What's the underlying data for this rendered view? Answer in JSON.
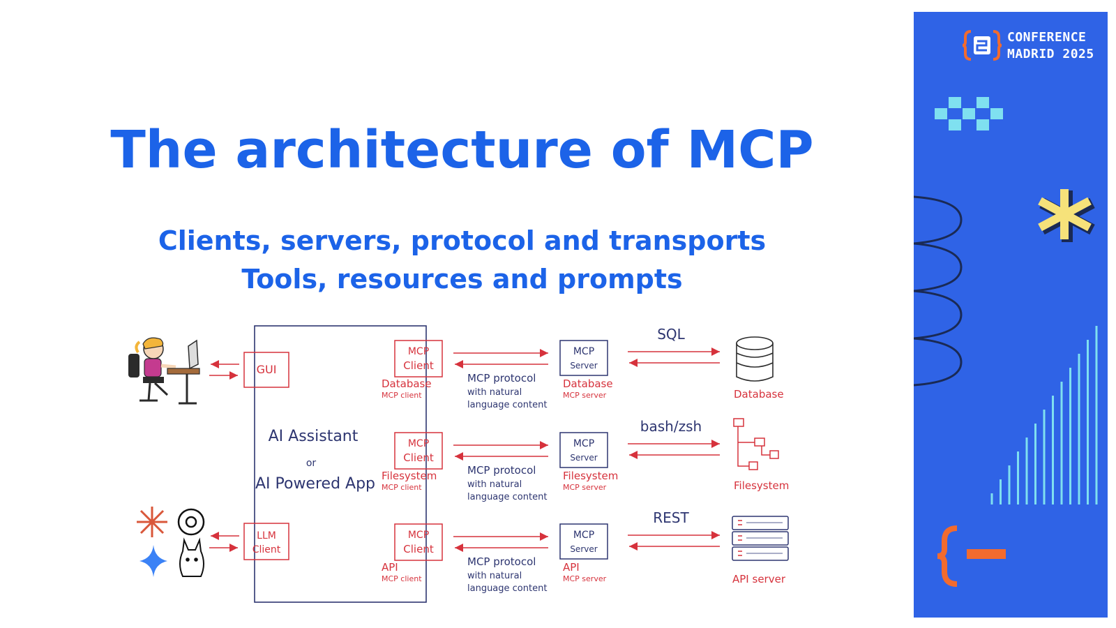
{
  "slide": {
    "title": "The architecture of MCP",
    "subtitle_line1": "Clients, servers, protocol and transports",
    "subtitle_line2": "Tools, resources and prompts"
  },
  "branding": {
    "conference_line1": "CONFERENCE",
    "conference_line2": "MADRID 2025"
  },
  "diagram": {
    "gui_label": "GUI",
    "llm_client_label": [
      "LLM",
      "Client"
    ],
    "app_label": [
      "AI Assistant",
      "or",
      "AI Powered App"
    ],
    "mcp_client_label": [
      "MCP",
      "Client"
    ],
    "mcp_server_label": [
      "MCP",
      "Server"
    ],
    "protocol_label": [
      "MCP protocol",
      "with natural",
      "language content"
    ],
    "rows": [
      {
        "client_caption": [
          "Database",
          "MCP client"
        ],
        "server_caption": [
          "Database",
          "MCP server"
        ],
        "transport": "SQL",
        "resource": "Database"
      },
      {
        "client_caption": [
          "Filesystem",
          "MCP client"
        ],
        "server_caption": [
          "Filesystem",
          "MCP server"
        ],
        "transport": "bash/zsh",
        "resource": "Filesystem"
      },
      {
        "client_caption": [
          "API",
          "MCP client"
        ],
        "server_caption": [
          "API",
          "MCP server"
        ],
        "transport": "REST",
        "resource": "API server"
      }
    ]
  },
  "colors": {
    "brand_blue": "#1c63e8",
    "sidebar_blue": "#2f63e6",
    "diagram_red": "#d6323c",
    "diagram_navy": "#2d3570",
    "accent_orange": "#f26b2e",
    "accent_yellow": "#f6e27a",
    "accent_cyan": "#7fe0f0"
  }
}
